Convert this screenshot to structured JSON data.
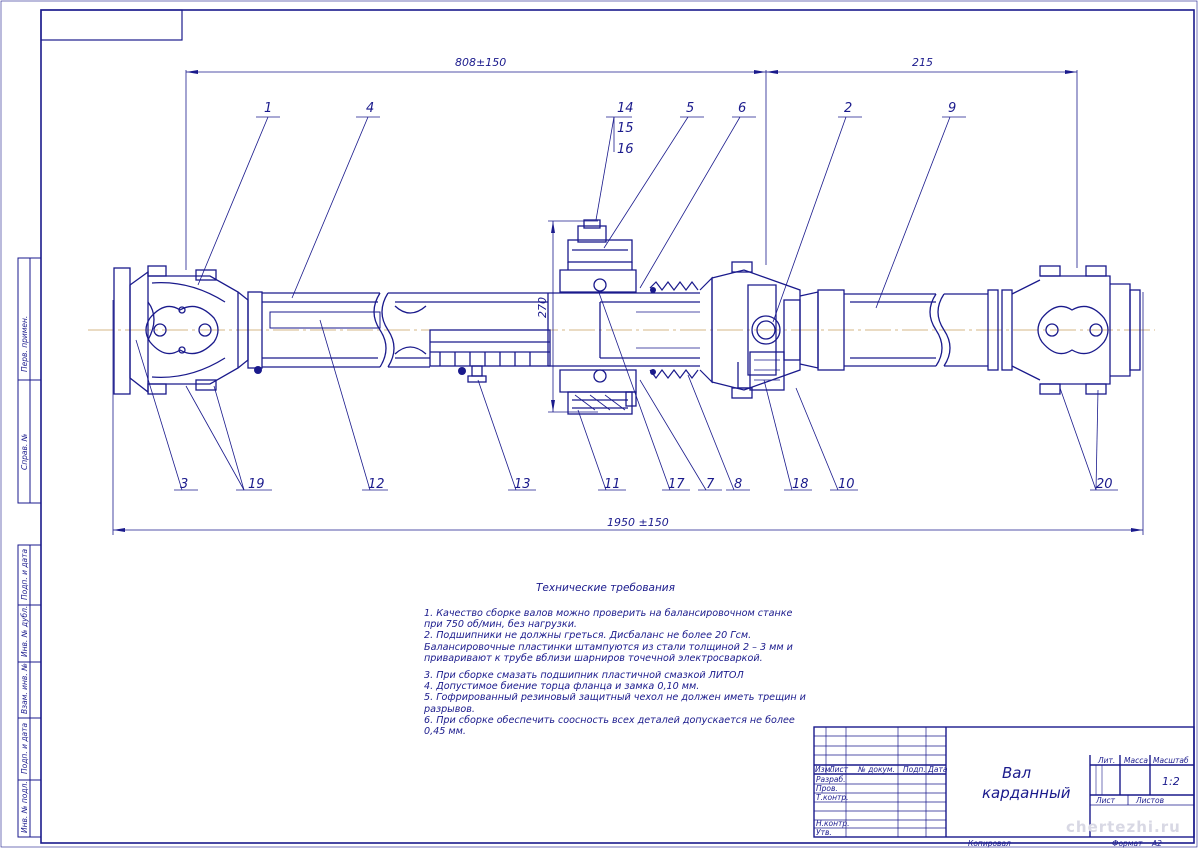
{
  "dimensions": {
    "top_left": "808±150",
    "top_right": "215",
    "height": "270",
    "total": "1950 ±150"
  },
  "callouts": {
    "top": [
      "1",
      "4",
      "14",
      "15",
      "16",
      "5",
      "6",
      "2",
      "9"
    ],
    "bottom": [
      "3",
      "19",
      "12",
      "13",
      "11",
      "17",
      "7",
      "8",
      "18",
      "10",
      "20"
    ]
  },
  "side_stamp": [
    "Перв. примен.",
    "Справ. №",
    "Подп. и дата",
    "Инв. № дубл.",
    "Взам. инв. №",
    "Подп. и дата",
    "Инв. № подл."
  ],
  "tech_requirements": {
    "title": "Технические требования",
    "items": [
      "1. Качество сборке валов можно проверить на балансировочном станке при 750 об/мин, без нагрузки.",
      "2. Подшипники не должны греться. Дисбаланс не более 20 Гсм. Балансировочные пластинки штампуются из стали толщиной 2 – 3 мм и приваривают к трубе вблизи шарниров точечной электросваркой.",
      "3. При сборке смазать подшипник пластичной смазкой ЛИТОЛ",
      "4. Допустимое биение торца фланца и замка 0,10 мм.",
      "5. Гофрированный резиновый защитный чехол не должен иметь трещин и разрывов.",
      "6. При сборке обеспечить соосность всех деталей допускается не более 0,45 мм."
    ]
  },
  "title_block": {
    "name_line1": "Вал",
    "name_line2": "карданный",
    "col_headers": [
      "Изм.",
      "Лист",
      "№ докум.",
      "Подп.",
      "Дата"
    ],
    "rows": [
      "Разраб.",
      "Пров.",
      "Т.контр.",
      "Н.контр.",
      "Утв."
    ],
    "lit_label": "Лит.",
    "mass_label": "Масса",
    "scale_label": "Масштаб",
    "scale_value": "1:2",
    "sheet_label": "Лист",
    "sheets_label": "Листов",
    "copied": "Копировал",
    "format_label": "Формат",
    "format_value": "А2"
  },
  "watermark": "chertezhi.ru",
  "colors": {
    "line": "#1a1a8c",
    "axis": "#c8a060",
    "accent": "#1a1a8c"
  }
}
